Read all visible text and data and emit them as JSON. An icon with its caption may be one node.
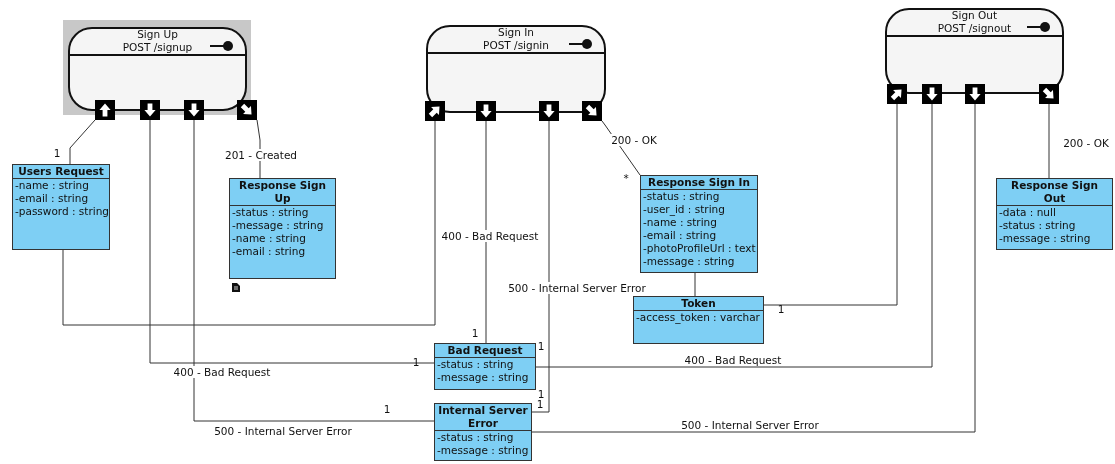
{
  "diagram": {
    "nodes": [
      {
        "text": [
          "Sign Up",
          "POST /signup"
        ]
      },
      {
        "text": [],
        "shape": "box"
      },
      {
        "text": [],
        "shape": "box"
      },
      {
        "text": [],
        "shape": "box"
      },
      {
        "text": [],
        "shape": "box"
      },
      {
        "text": [
          "Sign In",
          "POST /signin"
        ]
      },
      {
        "text": [],
        "shape": "box"
      },
      {
        "text": [],
        "shape": "box"
      },
      {
        "text": [],
        "shape": "box"
      },
      {
        "text": [],
        "shape": "box"
      },
      {
        "text": [
          "Sign Out",
          "POST /signout"
        ]
      },
      {
        "text": [],
        "shape": "box"
      },
      {
        "text": [],
        "shape": "box"
      },
      {
        "text": [],
        "shape": "box"
      },
      {
        "text": [],
        "shape": "box"
      },
      {
        "text": [
          "Users  Request",
          "-name : string",
          "-email : string",
          "-password : string"
        ]
      },
      {
        "text": [
          "Response Sign Up",
          "-status : string",
          "-message : string",
          "-name : string",
          "-email : string"
        ]
      },
      {
        "text": [
          "Response Sign In",
          "-status : string",
          "-user_id : string",
          "-name : string",
          "-email : string",
          "-photoProfileUrl : text",
          "-message : string"
        ]
      },
      {
        "text": [
          "Token",
          "-access_token : varchar"
        ]
      },
      {
        "text": [
          "Response Sign Out",
          "-data : null",
          "-status : string",
          "-message : string"
        ]
      },
      {
        "text": [
          "Bad Request",
          "-status : string",
          "-message : string"
        ]
      },
      {
        "text": [
          "Internal Server Error",
          "-status : string",
          "-message : string"
        ]
      }
    ],
    "edges": [
      {
        "from": 1,
        "to": 15,
        "arrow": "none"
      },
      {
        "from": 2,
        "to": 20,
        "arrow": "none",
        "label": "400 - Bad Request"
      },
      {
        "from": 3,
        "to": 21,
        "arrow": "none",
        "label": "500 - Internal Server Error"
      },
      {
        "from": 4,
        "to": 16,
        "arrow": "none",
        "label": "201 - Created"
      },
      {
        "from": 6,
        "to": 15,
        "arrow": "none"
      },
      {
        "from": 7,
        "to": 20,
        "arrow": "none",
        "label": "400 - Bad Request"
      },
      {
        "from": 8,
        "to": 21,
        "arrow": "none",
        "label": "500 - Internal Server Error"
      },
      {
        "from": 9,
        "to": 17,
        "arrow": "none",
        "label": "200 - OK"
      },
      {
        "from": 17,
        "to": 18,
        "arrow": "none"
      },
      {
        "from": 11,
        "to": 18,
        "arrow": "none"
      },
      {
        "from": 12,
        "to": 20,
        "arrow": "none",
        "label": "400 - Bad Request"
      },
      {
        "from": 13,
        "to": 21,
        "arrow": "none",
        "label": "500 - Internal Server Error"
      },
      {
        "from": 14,
        "to": 19,
        "arrow": "none",
        "label": "200 - OK"
      }
    ],
    "labels": [
      "1",
      "*",
      "1",
      "1",
      "1",
      "1",
      "1",
      "1",
      "1"
    ]
  }
}
